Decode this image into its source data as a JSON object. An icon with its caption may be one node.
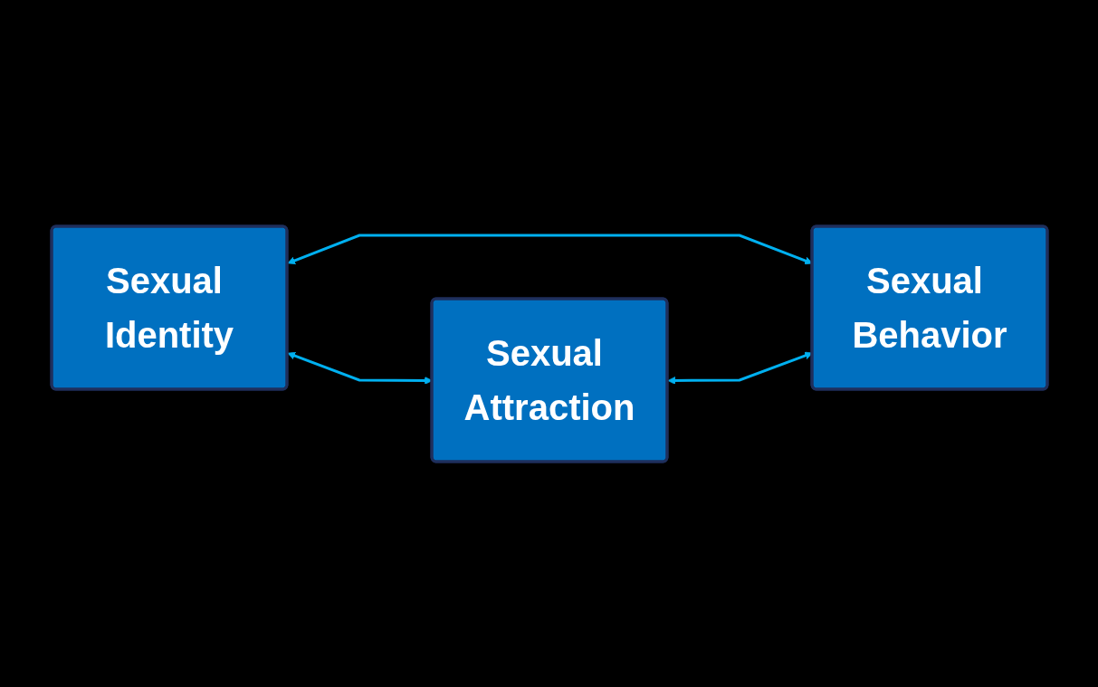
{
  "diagram": {
    "nodes": [
      {
        "text": [
          "Sexual Identity"
        ]
      },
      {
        "text": [
          "Sexual Attraction"
        ]
      },
      {
        "text": [
          "Sexual Behavior"
        ]
      }
    ],
    "edges": [
      {
        "from": 0,
        "to": 1,
        "arrow": "both"
      },
      {
        "from": 0,
        "to": 2,
        "arrow": "both"
      },
      {
        "from": 1,
        "to": 2,
        "arrow": "both"
      }
    ]
  }
}
